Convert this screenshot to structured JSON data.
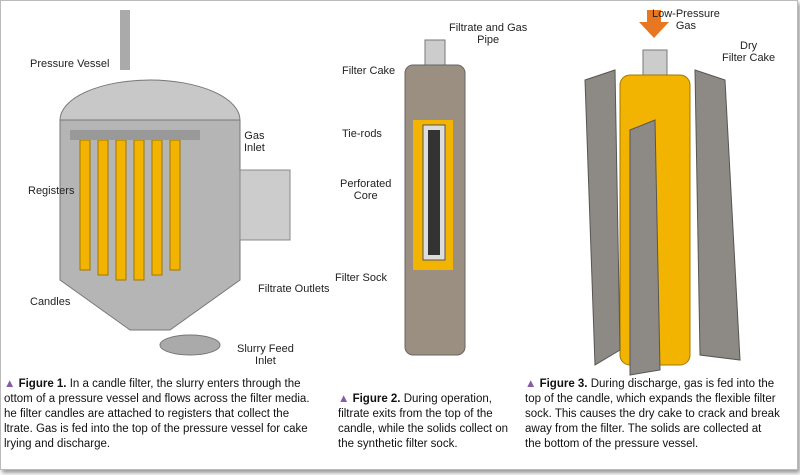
{
  "figure1": {
    "labels": {
      "vessel": "Pressure Vessel",
      "gas": "Gas\nInlet",
      "registers": "Registers",
      "outlets": "Filtrate Outlets",
      "candles": "Candles",
      "slurry": "Slurry Feed\nInlet"
    },
    "title": "Figure 1.",
    "caption_lines": [
      " In a candle filter, the slurry enters through the",
      "ottom of a pressure vessel and flows across the filter media.",
      "he filter candles are attached to registers that collect the",
      "ltrate. Gas is fed into the top of the pressure vessel for cake",
      "lrying and discharge."
    ]
  },
  "figure2": {
    "labels": {
      "pipe": "Filtrate and Gas\nPipe",
      "cake": "Filter Cake",
      "rods": "Tie-rods",
      "core": "Perforated\nCore",
      "sock": "Filter Sock"
    },
    "title": "Figure 2.",
    "caption_lines": [
      " During operation,",
      "filtrate exits from the top of the",
      "candle, while the solids collect on",
      "the synthetic filter sock."
    ]
  },
  "figure3": {
    "labels": {
      "gas": "Low-Pressure\nGas",
      "dry": "Dry\nFilter Cake"
    },
    "title": "Figure 3.",
    "caption_lines": [
      " During discharge, gas is fed into the",
      "top of the candle, which expands the flexible filter",
      "sock. This causes the dry cake to crack and break",
      "away from the filter. The solids are collected at",
      "the bottom of the pressure vessel."
    ]
  },
  "colors": {
    "accent": "#8a5aa8",
    "candle": "#f2b400",
    "arrow": "#e87722"
  }
}
